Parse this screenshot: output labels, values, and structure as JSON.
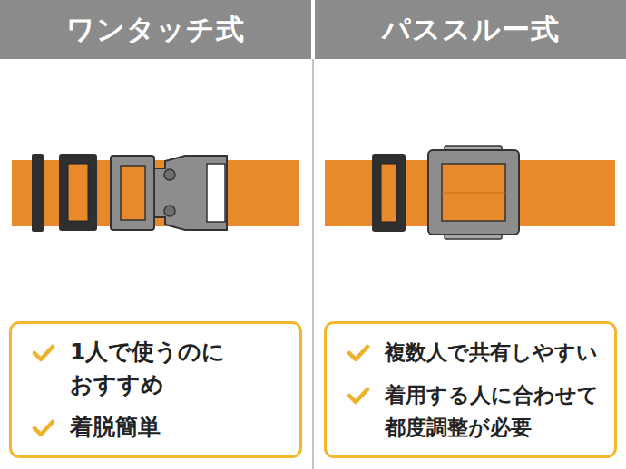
{
  "diagram": {
    "nodes": [
      {
        "text": [
          "ワンタッチ式"
        ]
      },
      {
        "text": [
          "パススルー式"
        ]
      },
      {
        "text": [
          "1人で使うのに おすすめ",
          "着脱簡単"
        ]
      },
      {
        "text": [
          "複数人で共有しやすい",
          "着用する人に合わせて 都度調整が必要"
        ]
      }
    ]
  }
}
